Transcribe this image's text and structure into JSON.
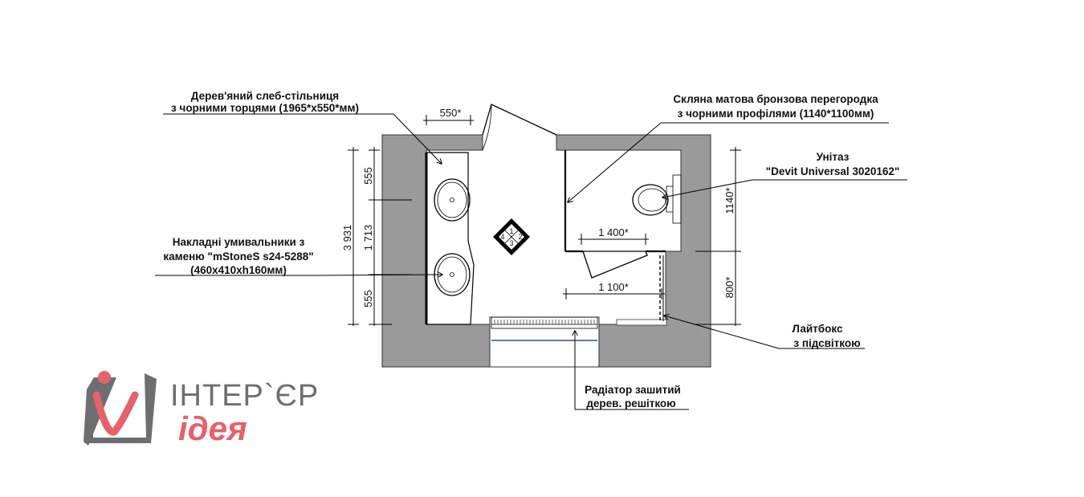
{
  "labels": {
    "slab_line1": "Дерев'яний слеб-стільниця",
    "slab_line2": "з чорними торцями (1965*х550*мм)",
    "glass_line1": "Скляна матова бронзова перегородка",
    "glass_line2": "з чорними профілями (1140*1100мм)",
    "toilet_line1": "Унітаз",
    "toilet_line2": "\"Devit Universal 3020162\"",
    "sinks_line1": "Накладні умивальники з",
    "sinks_line2": "каменю \"mStoneS s24-5288\"",
    "sinks_line3": "(460х410хh160мм)",
    "lightbox_line1": "Лайтбокс",
    "lightbox_line2": "з підсвіткою",
    "radiator_line1": "Радіатор зашитий",
    "radiator_line2": "дерев. решіткою"
  },
  "dimensions": {
    "d550": "550*",
    "total": "3 931",
    "top": "555",
    "middle": "1 713",
    "bottom": "555",
    "d1400": "1 400*",
    "d1100": "1 100*",
    "d1140": "1140*",
    "d800": "800*"
  },
  "tile_marker": [
    "1",
    "2",
    "3",
    "4"
  ],
  "logo": {
    "line1": "ІНТЕР`ЄР",
    "line2": "ідея",
    "color_gray": "#6d6e71",
    "color_red": "#e8606a"
  },
  "colors": {
    "wall": "#9a9a9a",
    "line": "#000000"
  }
}
